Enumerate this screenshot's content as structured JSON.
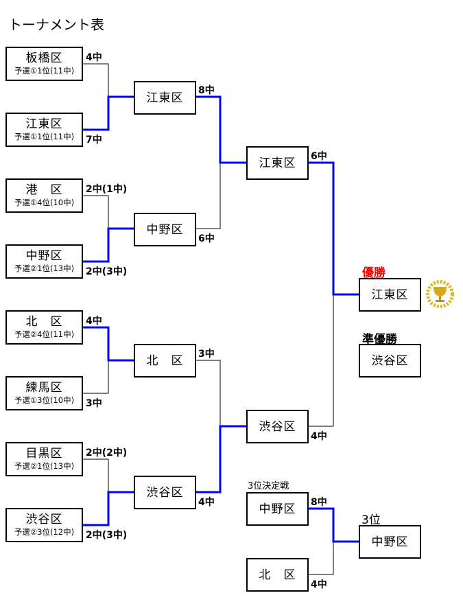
{
  "title": "トーナメント表",
  "round1": [
    {
      "name": "板橋区",
      "sub": "予選①1位(11中)",
      "score": "4中"
    },
    {
      "name": "江東区",
      "sub": "予選①1位(11中)",
      "score": "7中"
    },
    {
      "name": "港　区",
      "sub": "予選①4位(10中)",
      "score": "2中(1中)"
    },
    {
      "name": "中野区",
      "sub": "予選②1位(13中)",
      "score": "2中(3中)"
    },
    {
      "name": "北　区",
      "sub": "予選②4位(11中)",
      "score": "4中"
    },
    {
      "name": "練馬区",
      "sub": "予選①3位(10中)",
      "score": "3中"
    },
    {
      "name": "目黒区",
      "sub": "予選②1位(13中)",
      "score": "2中(2中)"
    },
    {
      "name": "渋谷区",
      "sub": "予選②3位(12中)",
      "score": "2中(3中)"
    }
  ],
  "round2": [
    {
      "name": "江東区",
      "score": "8中"
    },
    {
      "name": "中野区",
      "score": "6中"
    },
    {
      "name": "北　区",
      "score": "3中"
    },
    {
      "name": "渋谷区",
      "score": "4中"
    }
  ],
  "semis": [
    {
      "name": "江東区",
      "score": "6中"
    },
    {
      "name": "渋谷区",
      "score": "4中"
    }
  ],
  "third_place_match": {
    "label": "3位決定戦",
    "teams": [
      {
        "name": "中野区",
        "score": "8中"
      },
      {
        "name": "北　区",
        "score": "4中"
      }
    ]
  },
  "results": {
    "champion_label": "優勝",
    "champion": "江東区",
    "runner_up_label": "準優勝",
    "runner_up": "渋谷区",
    "third_label": "3位",
    "third": "中野区"
  },
  "colors": {
    "winner_line": "#0000ff",
    "loser_line": "#000000",
    "champion_label": "#ff0000"
  },
  "icons": {
    "trophy": "trophy-icon"
  }
}
